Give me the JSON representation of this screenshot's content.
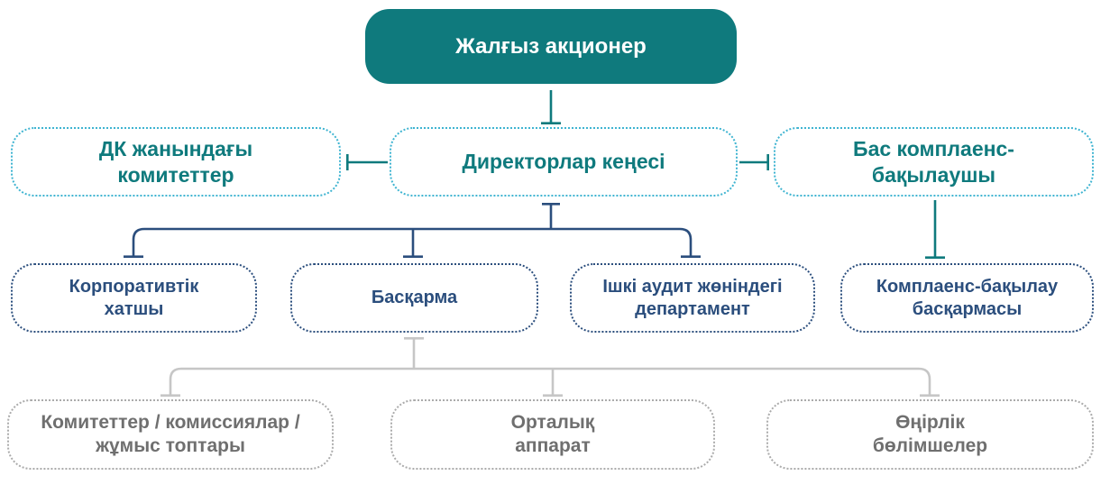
{
  "diagram": {
    "language": "kk",
    "nodes": {
      "shareholder": {
        "label": "Жалғыз акционер"
      },
      "bod_committees": {
        "label": "ДК жанындағы\nкомитеттер"
      },
      "board_of_directors": {
        "label": "Директорлар кеңесі"
      },
      "chief_compliance_officer": {
        "label": "Бас комплаенс-\nбақылаушы"
      },
      "corporate_secretary": {
        "label": "Корпоративтік\nхатшы"
      },
      "management_board": {
        "label": "Басқарма"
      },
      "internal_audit_department": {
        "label": "Ішкі аудит жөніндегі\nдепартамент"
      },
      "compliance_control_department": {
        "label": "Комплаенс-бақылау\nбасқармасы"
      },
      "committees_commissions_working_groups": {
        "label": "Комитеттер / комиссиялар /\nжұмыс топтары"
      },
      "central_office": {
        "label": "Орталық\nаппарат"
      },
      "regional_divisions": {
        "label": "Өңірлік\nбөлімшелер"
      }
    },
    "edges": [
      {
        "from": "shareholder",
        "to": "board_of_directors",
        "color": "#0f7a7d"
      },
      {
        "from": "board_of_directors",
        "to": "bod_committees",
        "color": "#0f7a7d"
      },
      {
        "from": "board_of_directors",
        "to": "chief_compliance_officer",
        "color": "#0f7a7d"
      },
      {
        "from": "board_of_directors",
        "to": "corporate_secretary",
        "color": "#2b4e7d"
      },
      {
        "from": "board_of_directors",
        "to": "management_board",
        "color": "#2b4e7d"
      },
      {
        "from": "board_of_directors",
        "to": "internal_audit_department",
        "color": "#2b4e7d"
      },
      {
        "from": "chief_compliance_officer",
        "to": "compliance_control_department",
        "color": "#0f7a7d"
      },
      {
        "from": "management_board",
        "to": "committees_commissions_working_groups",
        "color": "#c6c6c6"
      },
      {
        "from": "management_board",
        "to": "central_office",
        "color": "#c6c6c6"
      },
      {
        "from": "management_board",
        "to": "regional_divisions",
        "color": "#c6c6c6"
      }
    ],
    "colors": {
      "teal_fill": "#0f7a7d",
      "teal_text": "#0f7a7d",
      "light_blue_dotted_border": "#3fb4d1",
      "navy": "#2b4e7d",
      "gray_dotted_border": "#ababab",
      "gray_text": "#6f6f6f",
      "gray_line": "#c6c6c6"
    }
  }
}
